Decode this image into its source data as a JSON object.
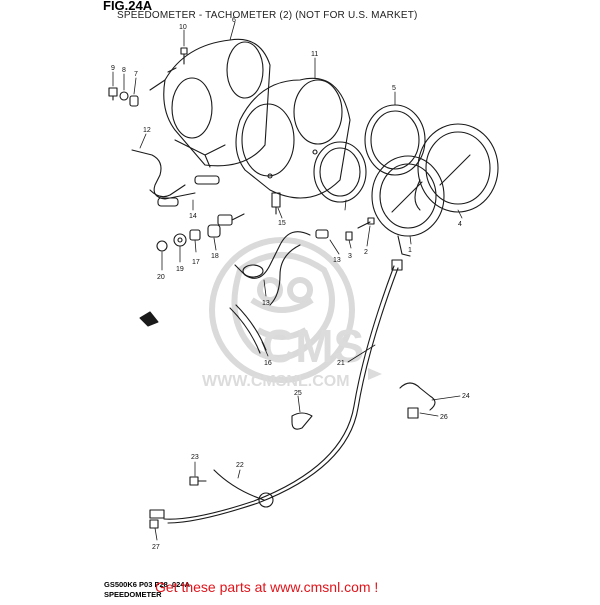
{
  "figure": {
    "label": "FIG.24A",
    "title": "SPEEDOMETER - TACHOMETER (2) (NOT FOR U.S. MARKET)"
  },
  "watermark": {
    "brand": "CMS",
    "url": "WWW.CMSNL.COM"
  },
  "callouts": [
    "10",
    "6",
    "11",
    "9",
    "8",
    "7",
    "5",
    "12",
    "14",
    "15",
    "4",
    "18",
    "17",
    "13",
    "3",
    "2",
    "1",
    "20",
    "19",
    "13",
    "21",
    "16",
    "24",
    "25",
    "26",
    "23",
    "22",
    "27"
  ],
  "footer": {
    "code": "GS500K6 P03 P28_024A",
    "name": "SPEEDOMETER",
    "promo": "Get these parts at www.cmsnl.com !"
  },
  "colors": {
    "line": "#1a1a1a",
    "watermark": "#d9d9d9",
    "promo": "#e0141b"
  }
}
